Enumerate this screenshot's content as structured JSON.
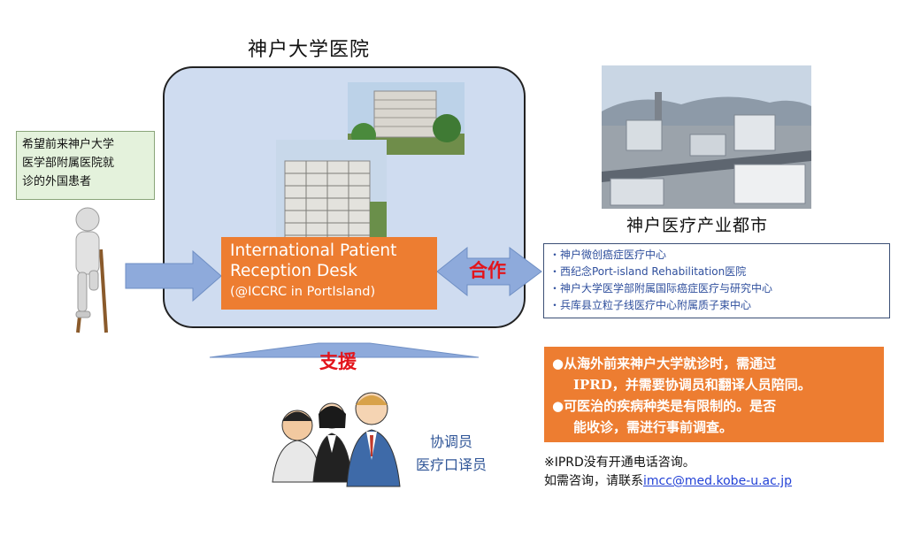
{
  "hospital": {
    "title": "神户大学医院"
  },
  "patient_note": {
    "lines": [
      "希望前来神户大学",
      "医学部附属医院就",
      "诊的外国患者"
    ]
  },
  "reception_desk": {
    "line1": "International Patient",
    "line2": "Reception Desk",
    "line3": "(@ICCRC in PortIsland)"
  },
  "cooperation_label": "合作",
  "support_label": "支援",
  "city_caption": "神户医疗产业都市",
  "institutions": [
    "・神户微创癌症医疗中心",
    "・西纪念Port-island Rehabilitation医院",
    "・神户大学医学部附属国际癌症医疗与研究中心",
    "・兵库县立粒子线医疗中心附属质子束中心"
  ],
  "notice": {
    "line1": "●从海外前来神户大学就诊时，需通过",
    "line2": "IPRD，并需要协调员和翻译人员陪同。",
    "line3": "●可医治的疾病种类是有限制的。是否",
    "line4": "能收诊，需进行事前调查。"
  },
  "staff": {
    "label1": "协调员",
    "label2": "医疗口译员"
  },
  "note": "※IPRD没有开通电话咨询。",
  "contact": {
    "prefix": "如需咨询，请联系",
    "email": "imcc@med.kobe-u.ac.jp"
  },
  "colors": {
    "orange": "#ed7d31",
    "arrow_blue": "#8eaadb",
    "box_blue": "#cfdcf0",
    "red": "#e3141b",
    "link_blue": "#2342d6"
  }
}
